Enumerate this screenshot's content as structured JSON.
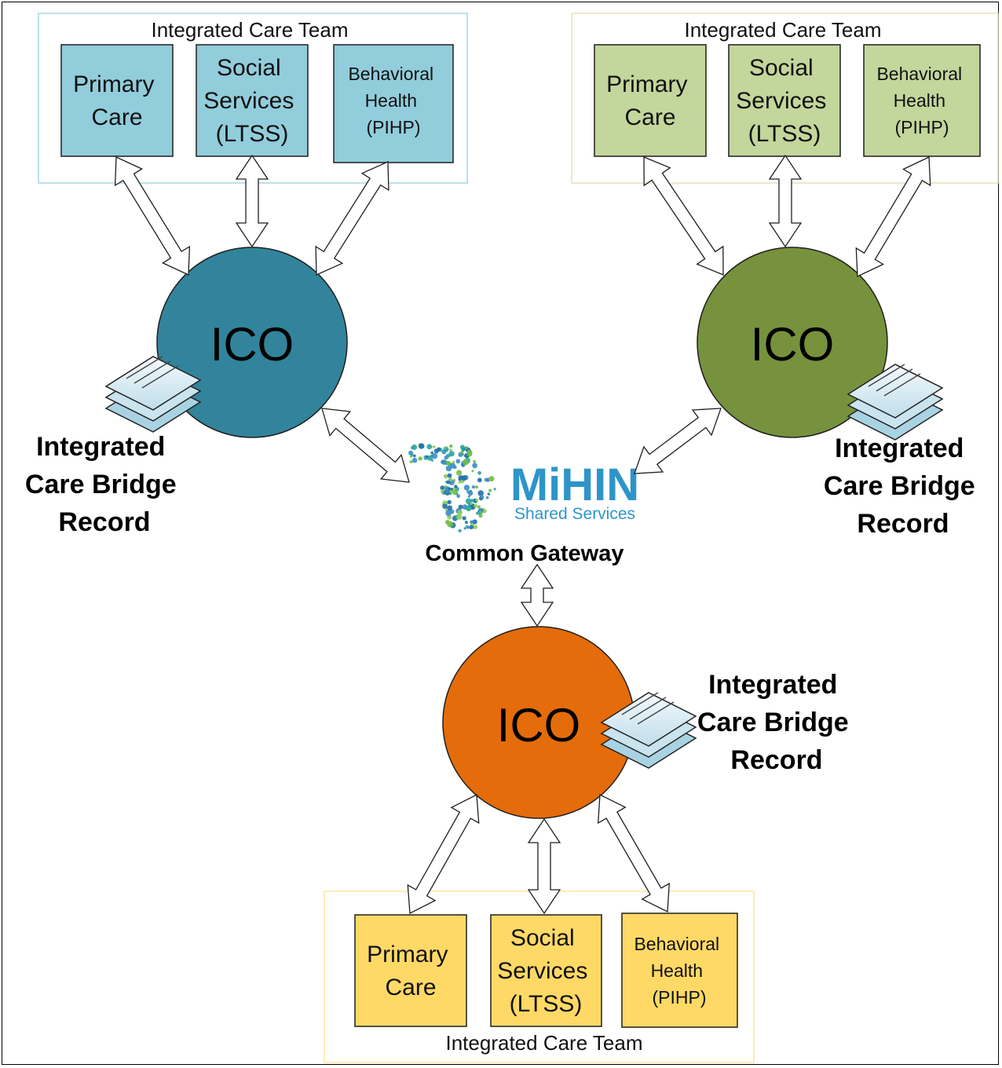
{
  "diagram": {
    "teams": [
      {
        "id": "blue",
        "team_label": "Integrated Care Team",
        "ico_label": "ICO",
        "record_label": [
          "Integrated",
          "Care Bridge",
          "Record"
        ],
        "boxes": [
          {
            "lines": [
              "Primary",
              "Care"
            ]
          },
          {
            "lines": [
              "Social",
              "Services",
              "(LTSS)"
            ]
          },
          {
            "lines": [
              "Behavioral",
              "Health",
              "(PIHP)"
            ]
          }
        ],
        "colors": {
          "circle": "#31849B",
          "box_fill": "#92CDDC",
          "team_border": "#A5D7E3"
        }
      },
      {
        "id": "green",
        "team_label": "Integrated Care Team",
        "ico_label": "ICO",
        "record_label": [
          "Integrated",
          "Care Bridge",
          "Record"
        ],
        "boxes": [
          {
            "lines": [
              "Primary",
              "Care"
            ]
          },
          {
            "lines": [
              "Social",
              "Services",
              "(LTSS)"
            ]
          },
          {
            "lines": [
              "Behavioral",
              "Health",
              "(PIHP)"
            ]
          }
        ],
        "colors": {
          "circle": "#76923C",
          "box_fill": "#C3D69B",
          "team_border": "#E6E0B8"
        }
      },
      {
        "id": "orange",
        "team_label": "Integrated Care Team",
        "ico_label": "ICO",
        "record_label": [
          "Integrated",
          "Care Bridge",
          "Record"
        ],
        "boxes": [
          {
            "lines": [
              "Primary",
              "Care"
            ]
          },
          {
            "lines": [
              "Social",
              "Services",
              "(LTSS)"
            ]
          },
          {
            "lines": [
              "Behavioral",
              "Health",
              "(PIHP)"
            ]
          }
        ],
        "colors": {
          "circle": "#E46C0A",
          "box_fill": "#FFD966",
          "team_border": "#FBE5A0"
        }
      }
    ],
    "hub": {
      "logo_text": "MiHIN",
      "logo_subtext": "Shared Services",
      "caption": "Common Gateway",
      "colors": {
        "logo": "#2E95C9",
        "dots": [
          "#1F6FA8",
          "#2BA3A0",
          "#6DBE45",
          "#3C8DC5",
          "#8FCB5E"
        ]
      }
    }
  }
}
